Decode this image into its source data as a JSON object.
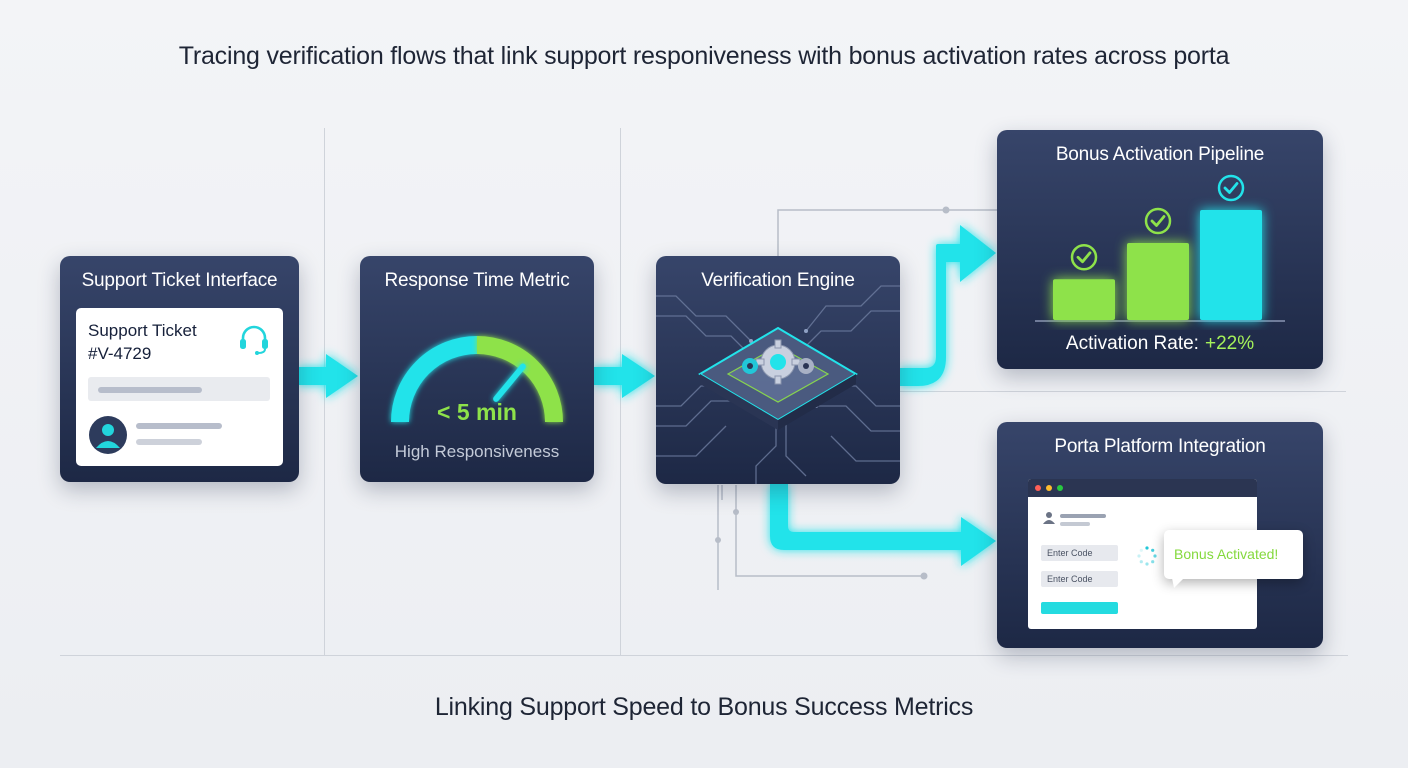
{
  "header": {
    "title": "Tracing verification flows that link support responiveness with bonus activation rates across porta",
    "subtitle": "Linking Support Speed to Bonus Success Metrics"
  },
  "colors": {
    "card_top": "#37456a",
    "card_bottom": "#1d2845",
    "cyan": "#22e3ea",
    "green": "#8ee24a",
    "background": "#f0f1f4"
  },
  "cards": {
    "support": {
      "title": "Support Ticket Interface",
      "ticket_title": "Support Ticket",
      "ticket_id": "#V-4729",
      "icons": [
        "headset-icon",
        "user-avatar-icon"
      ]
    },
    "response": {
      "title": "Response Time Metric",
      "value": "< 5 min",
      "caption": "High Responsiveness",
      "gauge_level": 0.72
    },
    "verification": {
      "title": "Verification Engine",
      "icons": [
        "gear-icon",
        "circuit-board-icon"
      ]
    },
    "pipeline": {
      "title": "Bonus Activation Pipeline",
      "rate_label": "Activation Rate:",
      "rate_value": "+22%",
      "bar_levels": [
        0.37,
        0.7,
        1.0
      ],
      "bar_colors": [
        "#8ee24a",
        "#8ee24a",
        "#22e3ea"
      ],
      "icons": [
        "check-circle-icon"
      ]
    },
    "platform": {
      "title": "Porta Platform Integration",
      "field1": "Enter Code",
      "field2": "Enter Code",
      "toast": "Bonus Activated!",
      "icons": [
        "loading-spinner-icon",
        "user-icon"
      ]
    }
  }
}
